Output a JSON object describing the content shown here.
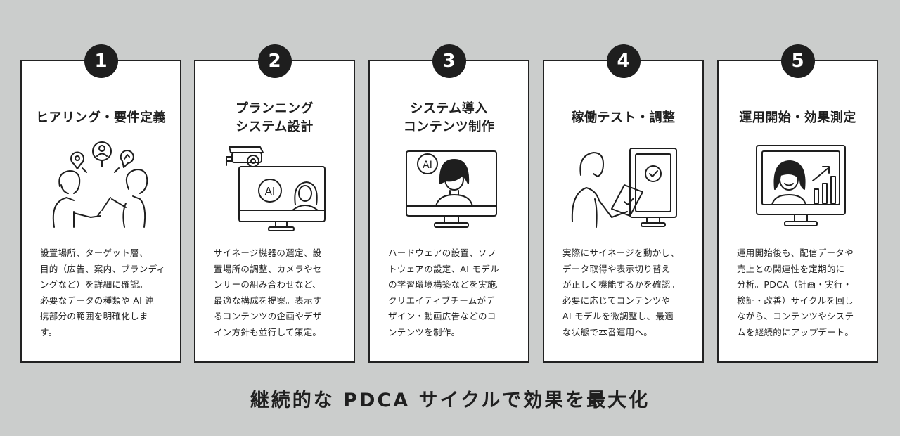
{
  "steps": [
    {
      "number": "1",
      "title": "ヒアリング・要件定義",
      "illustration": "consultation-icon",
      "description": "設置場所、ターゲット層、\n目的（広告、案内、ブランディ\nングなど）を詳細に確認。\n必要なデータの種類や AI 連\n携部分の範囲を明確化しま\nす。"
    },
    {
      "number": "2",
      "title": "プランニング\nシステム設計",
      "illustration": "camera-monitor-icon",
      "ai_label": "AI",
      "description": "サイネージ機器の選定、設\n置場所の調整、カメラやセ\nンサーの組み合わせなど、\n最適な構成を提案。表示す\nるコンテンツの企画やデザ\nイン方針も並行して策定。"
    },
    {
      "number": "3",
      "title": "システム導入\nコンテンツ制作",
      "illustration": "ai-monitor-icon",
      "ai_label": "AI",
      "description": "ハードウェアの設置、ソフ\nトウェアの設定、AI モデル\nの学習環境構築などを実施。\nクリエイティブチームがデ\nザイン・動画広告などのコ\nンテンツを制作。"
    },
    {
      "number": "4",
      "title": "稼働テスト・調整",
      "illustration": "testing-icon",
      "description": "実際にサイネージを動かし、\nデータ取得や表示切り替え\nが正しく機能するかを確認。\n必要に応じてコンテンツや\nAI モデルを微調整し、最適\nな状態で本番運用へ。"
    },
    {
      "number": "5",
      "title": "運用開始・効果測定",
      "illustration": "growth-chart-monitor-icon",
      "description": "運用開始後も、配信データや\n売上との関連性を定期的に\n分析。PDCA（計画・実行・\n検証・改善）サイクルを回し\nながら、コンテンツやシステ\nムを継続的にアップデート。"
    }
  ],
  "tagline": "継続的な PDCA サイクルで効果を最大化",
  "colors": {
    "background": "#cbcdcc",
    "card": "#ffffff",
    "ink": "#1e1e1e"
  }
}
